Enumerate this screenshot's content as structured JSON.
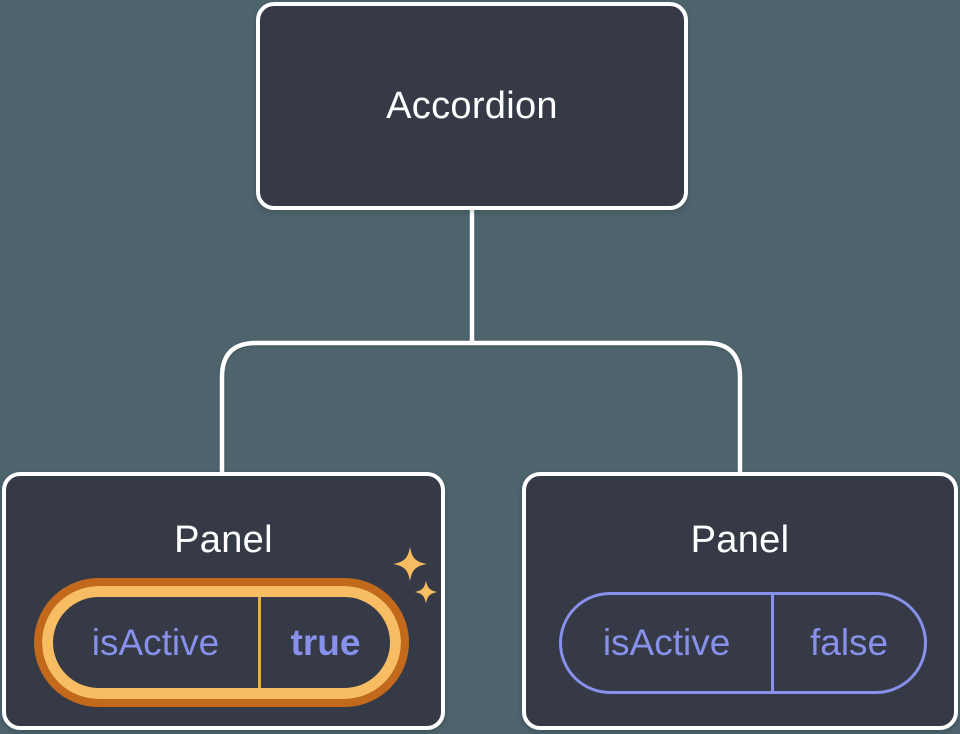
{
  "diagram": {
    "root": {
      "label": "Accordion"
    },
    "panels": [
      {
        "label": "Panel",
        "prop_name": "isActive",
        "prop_value": "true",
        "state": "active"
      },
      {
        "label": "Panel",
        "prop_name": "isActive",
        "prop_value": "false",
        "state": "inactive"
      }
    ]
  },
  "icons": {
    "sparkles": "sparkles-icon"
  },
  "colors": {
    "background": "#4E646D",
    "node-fill": "#353A46",
    "node-border": "#FFFFFF",
    "connector": "#FFFFFF",
    "purple": "#8790EA",
    "gold": "#F8BC62",
    "divider-gold": "#E9A94E",
    "orange": "#C3691B"
  }
}
